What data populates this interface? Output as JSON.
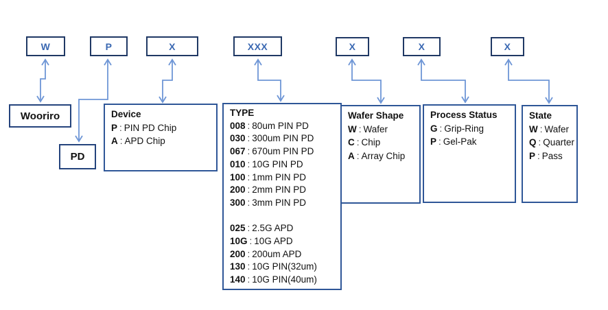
{
  "colors": {
    "top_box_border": "#1F3864",
    "top_box_letter": "#3A68B2",
    "desc_box_border": "#2E5697",
    "arrow": "#6E96D6",
    "text": "#111111",
    "background": "#ffffff"
  },
  "colon": ":",
  "top_boxes": [
    {
      "label": "W"
    },
    {
      "label": "P"
    },
    {
      "label": "X"
    },
    {
      "label": "XXX"
    },
    {
      "label": "X"
    },
    {
      "label": "X"
    },
    {
      "label": "X"
    }
  ],
  "wooriro": {
    "label": "Wooriro"
  },
  "pd": {
    "label": "PD"
  },
  "device": {
    "title": "Device",
    "entries": [
      {
        "key": "P",
        "value": "PIN PD Chip"
      },
      {
        "key": "A",
        "value": "APD Chip"
      }
    ]
  },
  "type": {
    "title": "TYPE",
    "pin_entries": [
      {
        "key": "008",
        "value": "80um PIN PD"
      },
      {
        "key": "030",
        "value": "300um PIN PD"
      },
      {
        "key": "067",
        "value": "670um PIN PD"
      },
      {
        "key": "010",
        "value": "10G PIN PD"
      },
      {
        "key": "100",
        "value": "1mm PIN PD"
      },
      {
        "key": "200",
        "value": "2mm PIN PD"
      },
      {
        "key": "300",
        "value": "3mm PIN PD"
      }
    ],
    "apd_entries": [
      {
        "key": "025",
        "value": "2.5G APD"
      },
      {
        "key": "10G",
        "value": "10G APD"
      },
      {
        "key": "200",
        "value": "200um APD"
      },
      {
        "key": "130",
        "value": "10G PIN(32um)"
      },
      {
        "key": "140",
        "value": "10G PIN(40um)"
      }
    ]
  },
  "wafer_shape": {
    "title": "Wafer Shape",
    "entries": [
      {
        "key": "W",
        "value": "Wafer"
      },
      {
        "key": "C",
        "value": "Chip"
      },
      {
        "key": "A",
        "value": "Array Chip"
      }
    ]
  },
  "process_status": {
    "title": "Process Status",
    "entries": [
      {
        "key": "G",
        "value": "Grip-Ring"
      },
      {
        "key": "P",
        "value": "Gel-Pak"
      }
    ]
  },
  "state": {
    "title": "State",
    "entries": [
      {
        "key": "W",
        "value": "Wafer"
      },
      {
        "key": "Q",
        "value": "Quarter"
      },
      {
        "key": "P",
        "value": "Pass"
      }
    ]
  }
}
